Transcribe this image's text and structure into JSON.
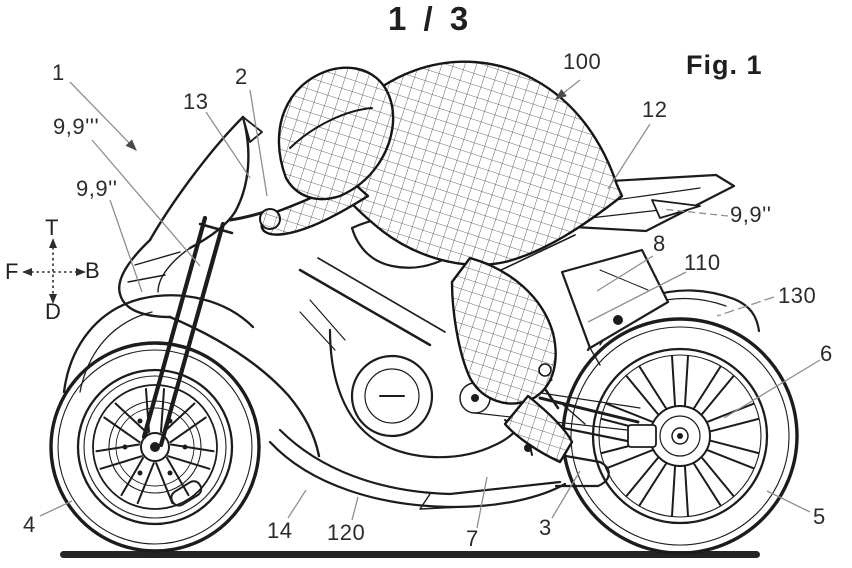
{
  "page": {
    "sheet_indicator": "1 / 3",
    "figure_caption": "Fig. 1"
  },
  "compass": {
    "top": "T",
    "back": "B",
    "front": "F",
    "down": "D"
  },
  "refs": {
    "n1": "1",
    "n2": "2",
    "n3": "3",
    "n4": "4",
    "n5": "5",
    "n6": "6",
    "n7": "7",
    "n8": "8",
    "n12": "12",
    "n13": "13",
    "n14": "14",
    "n100": "100",
    "n110": "110",
    "n120": "120",
    "n130": "130",
    "n99_triple_left": "9,9'''",
    "n99_double_left": "9,9''",
    "n99_double_right": "9,9''"
  }
}
